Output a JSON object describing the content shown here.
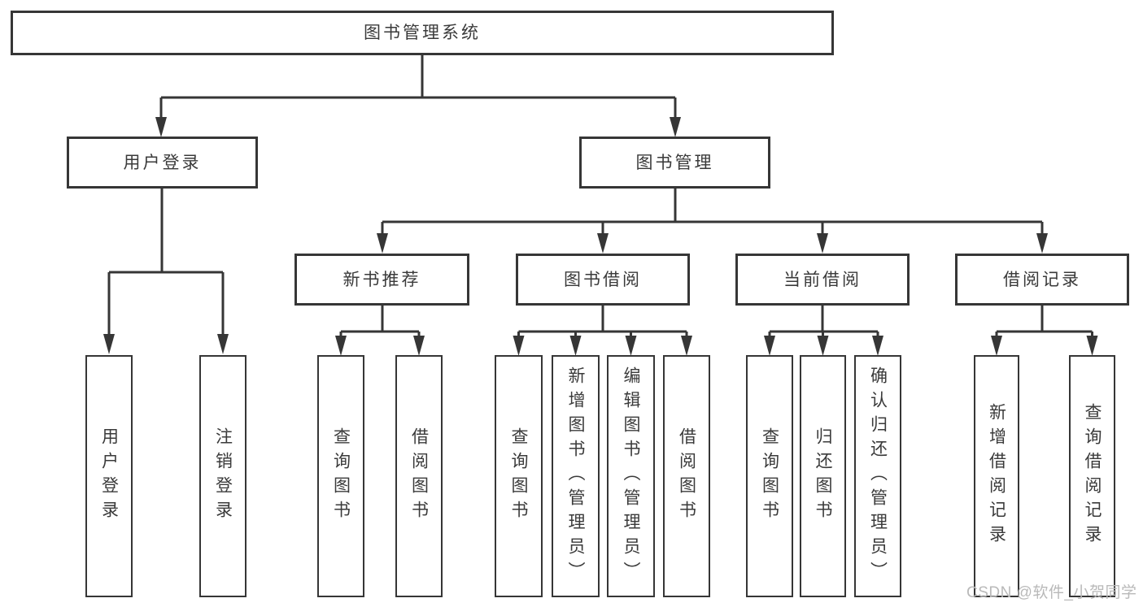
{
  "root": "图书管理系统",
  "level2": [
    "用户登录",
    "图书管理"
  ],
  "level3": [
    "新书推荐",
    "图书借阅",
    "当前借阅",
    "借阅记录"
  ],
  "leaf_groups": [
    {
      "parent": "用户登录",
      "children": [
        "用户登录",
        "注销登录"
      ]
    },
    {
      "parent": "新书推荐",
      "children": [
        "查询图书",
        "借阅图书"
      ]
    },
    {
      "parent": "图书借阅",
      "children": [
        "查询图书",
        "新增图书（管理员）",
        "编辑图书（管理员）",
        "借阅图书"
      ]
    },
    {
      "parent": "当前借阅",
      "children": [
        "查询图书",
        "归还图书",
        "确认归还（管理员）"
      ]
    },
    {
      "parent": "借阅记录",
      "children": [
        "新增借阅记录",
        "查询借阅记录"
      ]
    }
  ],
  "watermark": "CSDN @软件_小贺同学",
  "colors": {
    "line": "#363636",
    "text": "#3a3a3a",
    "background": "#ffffff",
    "watermark": "#b9b9b9"
  }
}
